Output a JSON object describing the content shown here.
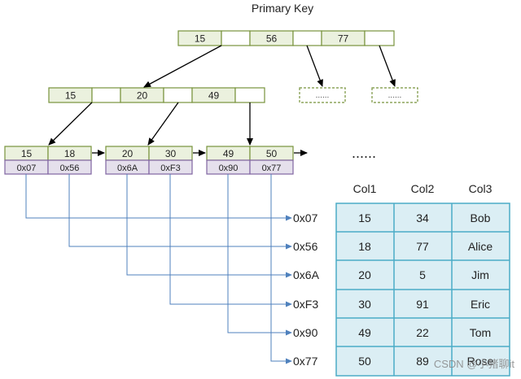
{
  "title": "Primary Key",
  "root_keys": [
    "15",
    "56",
    "77"
  ],
  "inner_keys": [
    "15",
    "20",
    "49"
  ],
  "placeholder_text": "......",
  "leaves": [
    {
      "keys": [
        "15",
        "18"
      ],
      "ptrs": [
        "0x07",
        "0x56"
      ]
    },
    {
      "keys": [
        "20",
        "30"
      ],
      "ptrs": [
        "0x6A",
        "0xF3"
      ]
    },
    {
      "keys": [
        "49",
        "50"
      ],
      "ptrs": [
        "0x90",
        "0x77"
      ]
    }
  ],
  "more_leaves_text": "......",
  "addresses": [
    "0x07",
    "0x56",
    "0x6A",
    "0xF3",
    "0x90",
    "0x77"
  ],
  "table": {
    "headers": [
      "Col1",
      "Col2",
      "Col3"
    ],
    "rows": [
      [
        "15",
        "34",
        "Bob"
      ],
      [
        "18",
        "77",
        "Alice"
      ],
      [
        "20",
        "5",
        "Jim"
      ],
      [
        "30",
        "91",
        "Eric"
      ],
      [
        "49",
        "22",
        "Tom"
      ],
      [
        "50",
        "89",
        "Rose"
      ]
    ]
  },
  "watermark": "CSDN @小猪聊it",
  "colors": {
    "node_fill": "#ebf1de",
    "node_border": "#77933c",
    "ptr_fill": "#e5e0ec",
    "ptr_border": "#8064a2",
    "table_fill": "#dbeef4",
    "table_border": "#4bacc6",
    "ref_line": "#4f81bd",
    "arrow": "#000000"
  }
}
